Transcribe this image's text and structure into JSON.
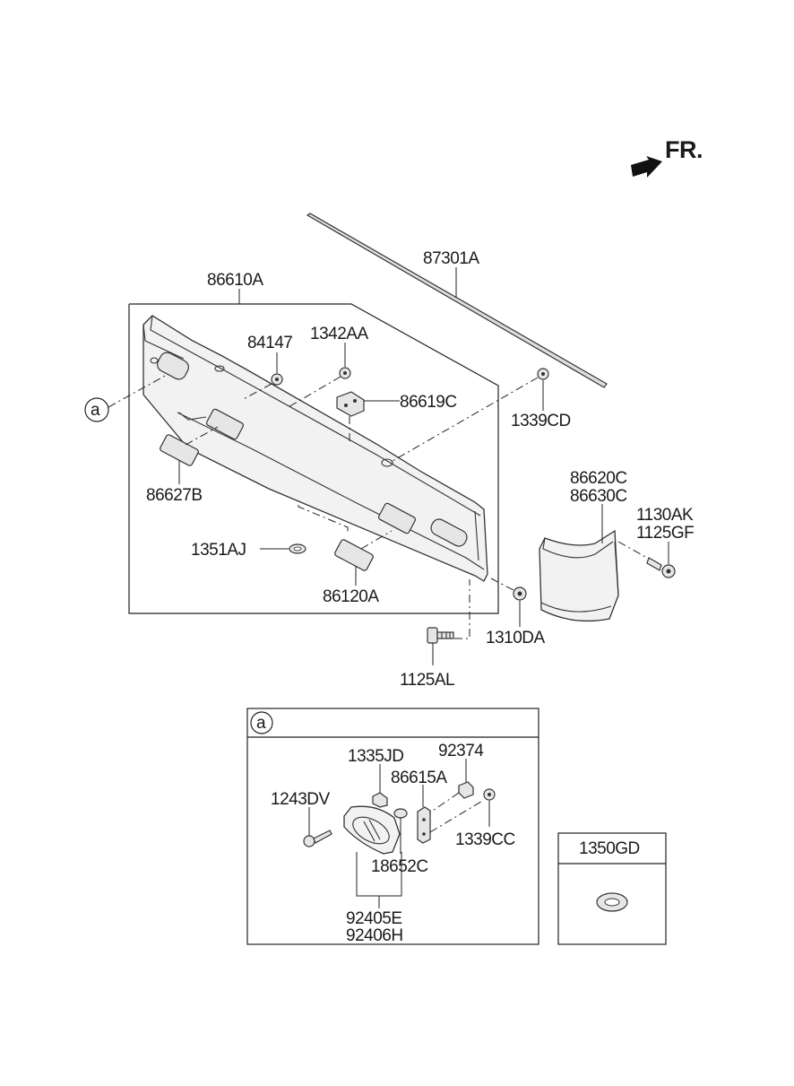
{
  "orientation": {
    "label": "FR."
  },
  "callouts": {
    "main_ref": "a",
    "detail_ref": "a"
  },
  "parts": {
    "p87301A": "87301A",
    "p86610A": "86610A",
    "p84147": "84147",
    "p1342AA": "1342AA",
    "p86619C": "86619C",
    "p1339CD": "1339CD",
    "p86627B": "86627B",
    "p1351AJ": "1351AJ",
    "p86120A": "86120A",
    "p86620C": "86620C",
    "p86630C": "86630C",
    "p1130AK": "1130AK",
    "p1125GF": "1125GF",
    "p1310DA": "1310DA",
    "p1125AL": "1125AL",
    "p1335JD": "1335JD",
    "p92374": "92374",
    "p86615A": "86615A",
    "p1243DV": "1243DV",
    "p1339CC": "1339CC",
    "p18652C": "18652C",
    "p92405E": "92405E",
    "p92406H": "92406H",
    "p1350GD": "1350GD"
  }
}
